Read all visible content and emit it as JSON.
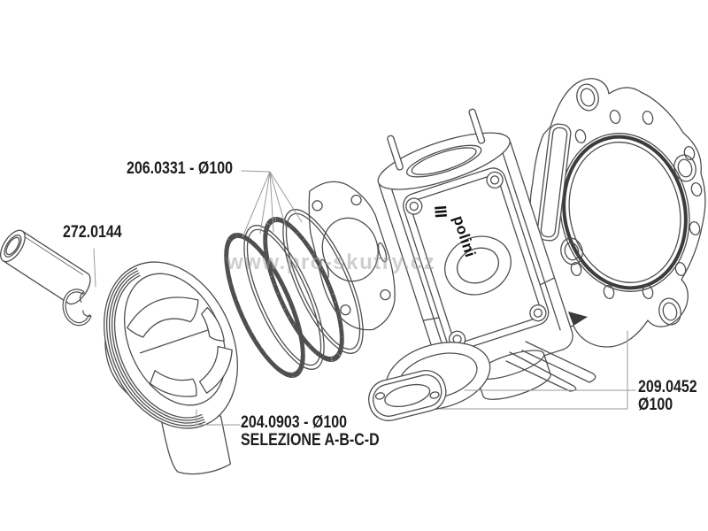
{
  "page": {
    "background_color": "#ffffff",
    "watermark_text": "www.pro-skutry.cz"
  },
  "labels": {
    "rings": {
      "text": "206.0331 - Ø100"
    },
    "circlip": {
      "text": "272.0144"
    },
    "piston": {
      "line1": "204.0903 - Ø100",
      "line2": "SELEZIONE A-B-C-D"
    },
    "gasket_set": {
      "line1": "209.0452",
      "line2": "Ø100"
    }
  },
  "cylinder": {
    "logo_text": "polini"
  },
  "parts": [
    {
      "name": "piston-pin"
    },
    {
      "name": "circlip"
    },
    {
      "name": "piston"
    },
    {
      "name": "piston-ring-set"
    },
    {
      "name": "base-gasket"
    },
    {
      "name": "cylinder"
    },
    {
      "name": "head-gasket"
    },
    {
      "name": "exhaust-gasket"
    }
  ],
  "colors": {
    "line": "#4f4f4f",
    "label_text": "#1d1d1d",
    "leader_line": "#9a9a9a",
    "watermark": "#9f9f9f",
    "logo": "#111111"
  }
}
